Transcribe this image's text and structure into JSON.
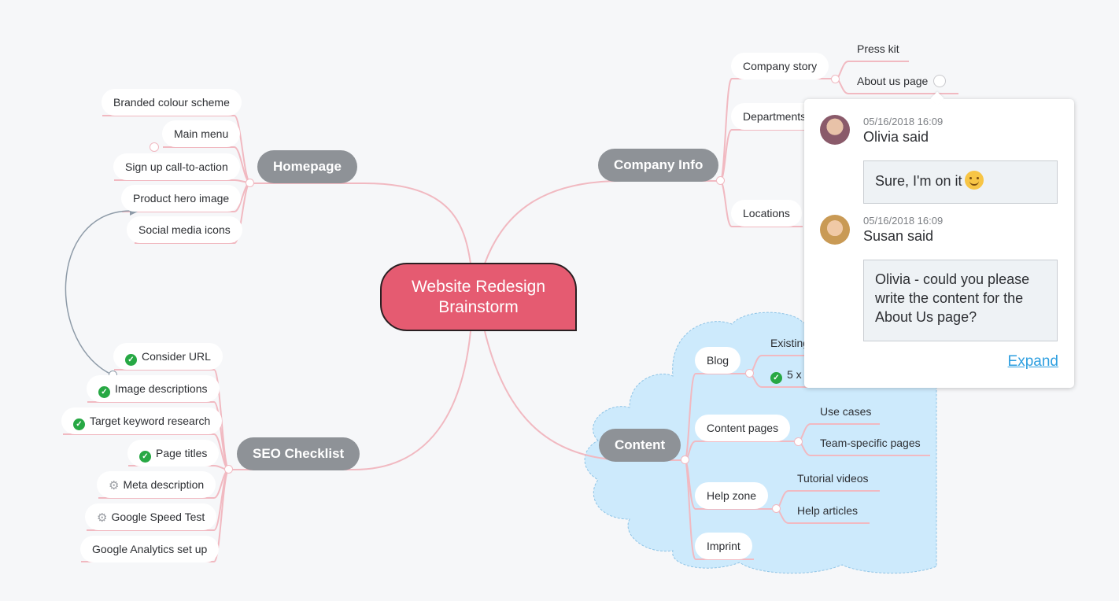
{
  "root": {
    "line1": "Website Redesign",
    "line2": "Brainstorm"
  },
  "homepage": {
    "title": "Homepage",
    "items": [
      "Branded colour scheme",
      "Main menu",
      "Sign up call-to-action",
      "Product hero image",
      "Social media icons"
    ]
  },
  "seo": {
    "title": "SEO Checklist",
    "items": [
      {
        "label": "Consider URL",
        "status": "done"
      },
      {
        "label": "Image descriptions",
        "status": "done"
      },
      {
        "label": "Target keyword research",
        "status": "done"
      },
      {
        "label": "Page titles",
        "status": "done"
      },
      {
        "label": "Meta description",
        "status": "in-progress"
      },
      {
        "label": "Google Speed Test",
        "status": "in-progress"
      },
      {
        "label": "Google Analytics set up",
        "status": "none"
      }
    ]
  },
  "company": {
    "title": "Company Info",
    "items": [
      "Company story",
      "Departments",
      "Locations"
    ],
    "story_children": [
      "Press kit",
      "About us page"
    ]
  },
  "content": {
    "title": "Content",
    "items": [
      "Blog",
      "Content pages",
      "Help zone",
      "Imprint"
    ],
    "blog_children": [
      "Existing",
      "5 x"
    ],
    "content_pages_children": [
      "Use cases",
      "Team-specific pages"
    ],
    "help_children": [
      "Tutorial videos",
      "Help articles"
    ]
  },
  "comments": {
    "entries": [
      {
        "time": "05/16/2018 16:09",
        "author": "Olivia said",
        "text": "Sure, I'm on it"
      },
      {
        "time": "05/16/2018 16:09",
        "author": "Susan said",
        "text": "Olivia - could you please write the content for the About Us page?"
      }
    ],
    "expand_label": "Expand"
  },
  "colors": {
    "root": "#e55b71",
    "main_node": "#8e9297",
    "link": "#f1b9c1",
    "cloud": "#cdeafc",
    "check": "#27a844",
    "expand": "#2e9fe0"
  },
  "icons": {
    "done": "check-circle-icon",
    "in-progress": "gear-icon",
    "comment": "comment-bubble-icon"
  }
}
